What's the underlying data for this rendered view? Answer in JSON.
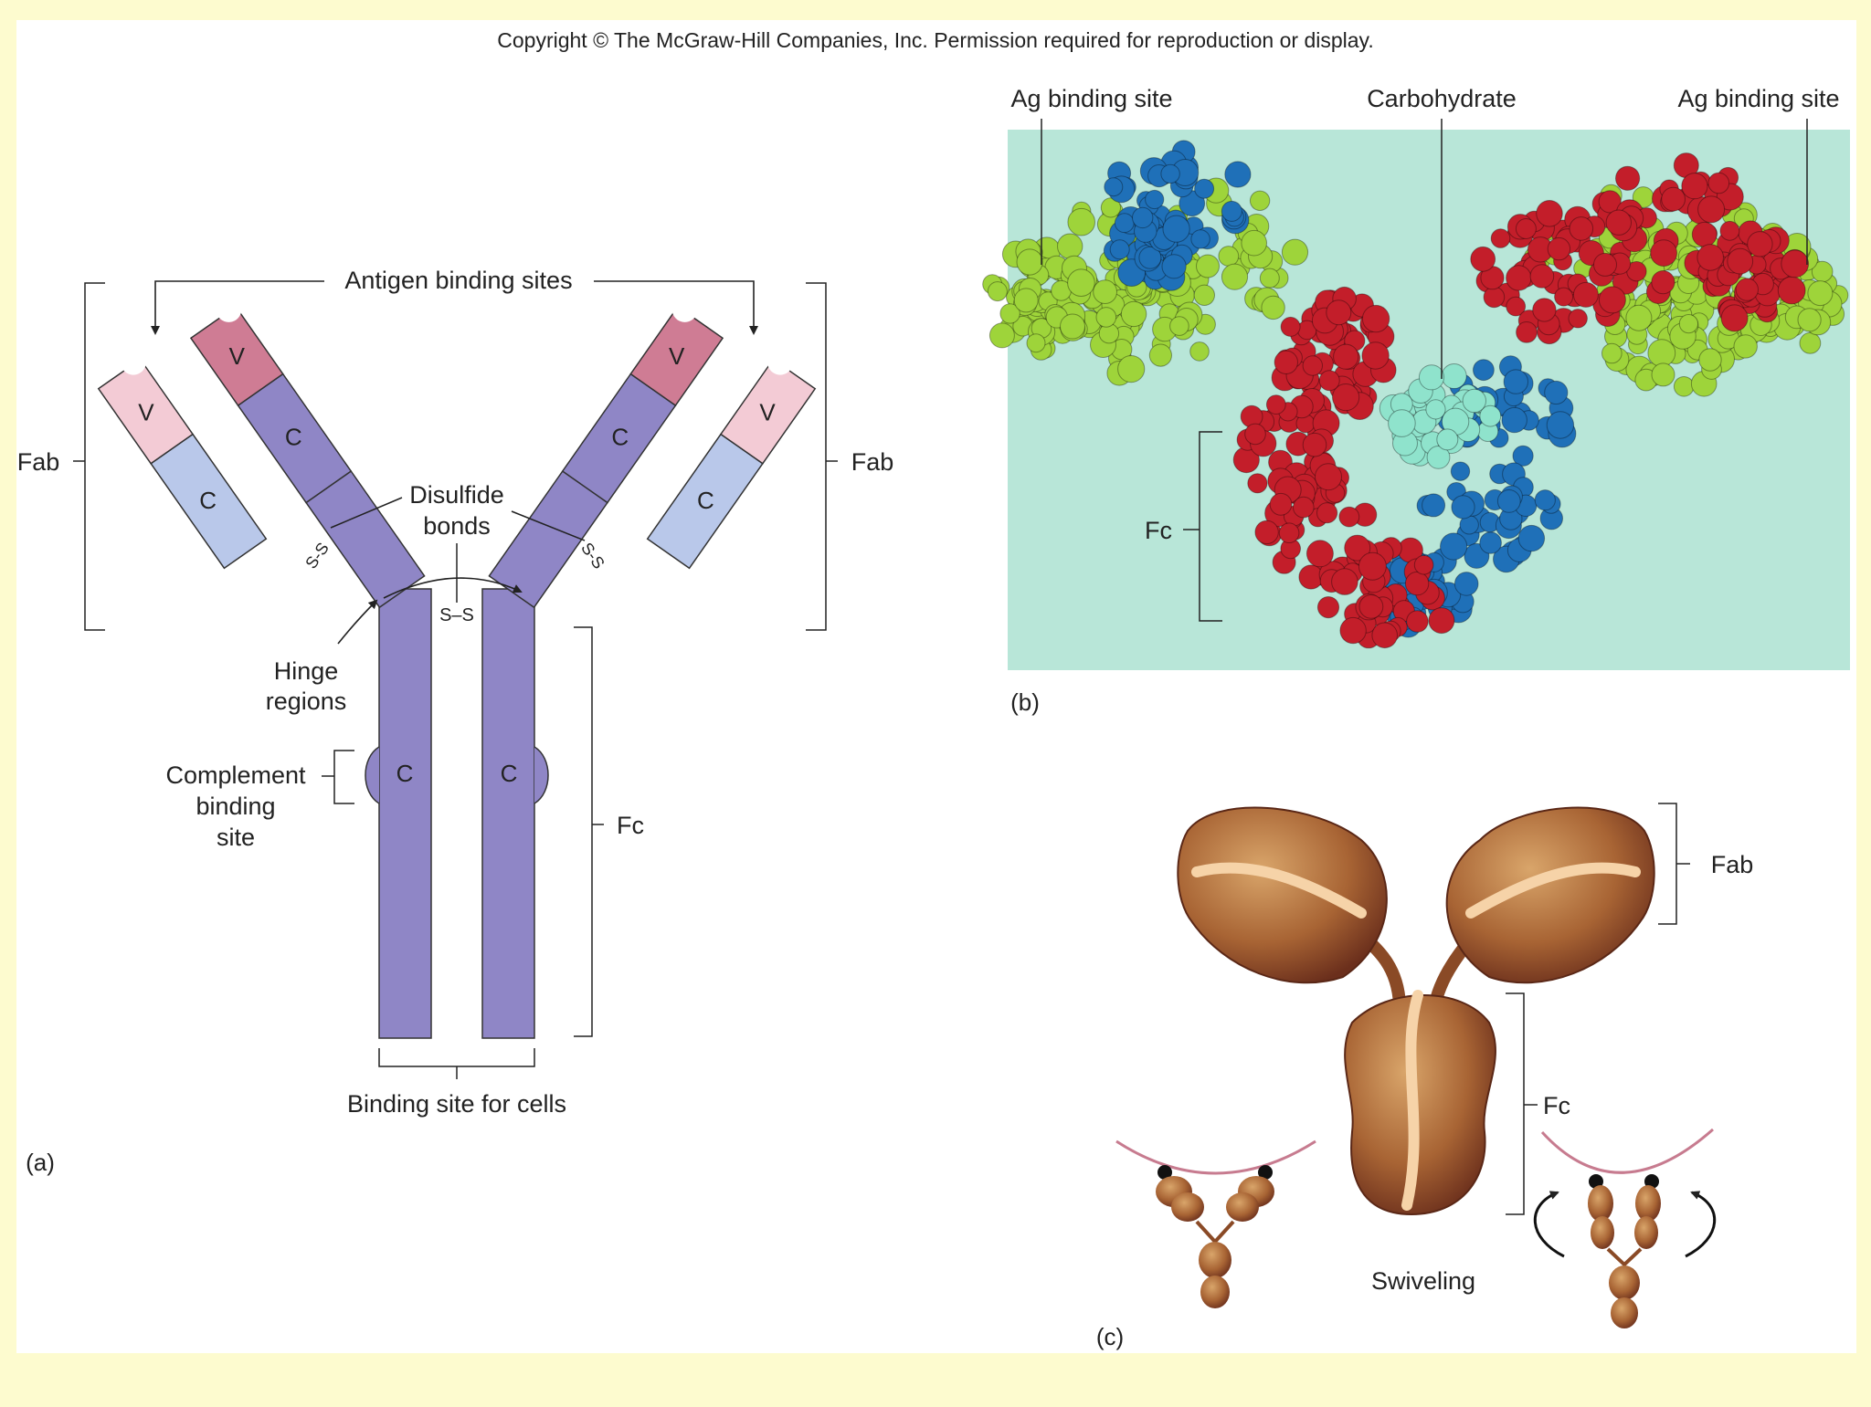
{
  "copyright": "Copyright © The McGraw-Hill Companies, Inc. Permission required for reproduction or display.",
  "colors": {
    "page_bg": "#fdfbcf",
    "panel_bg": "#ffffff",
    "heavy_chain": "#8f86c6",
    "light_chain_c": "#b9c8ea",
    "heavy_v": "#cf7c94",
    "light_v": "#f3cbd5",
    "model_bg": "#b8e6d8",
    "sphere_green": "#9ed43a",
    "sphere_blue": "#1f70b8",
    "sphere_red": "#c31e2a",
    "sphere_cyan": "#8fe3cc",
    "cartoon_brown": "#a86434",
    "cartoon_highlight": "#f6d3a8"
  },
  "panel_a": {
    "label": "(a)",
    "antigen_binding_sites": "Antigen binding sites",
    "fab_left": "Fab",
    "fab_right": "Fab",
    "fc": "Fc",
    "disulfide_line1": "Disulfide",
    "disulfide_line2": "bonds",
    "hinge_line1": "Hinge",
    "hinge_line2": "regions",
    "complement_line1": "Complement",
    "complement_line2": "binding",
    "complement_line3": "site",
    "binding_site_cells": "Binding site for cells",
    "domain_v": "V",
    "domain_c": "C",
    "ss_bond": "S–S",
    "ss_short": "S-S"
  },
  "panel_b": {
    "label": "(b)",
    "ag_binding_left": "Ag binding site",
    "carbohydrate": "Carbohydrate",
    "ag_binding_right": "Ag binding site",
    "fc": "Fc"
  },
  "panel_c": {
    "label": "(c)",
    "fab": "Fab",
    "fc": "Fc",
    "swiveling": "Swiveling"
  }
}
